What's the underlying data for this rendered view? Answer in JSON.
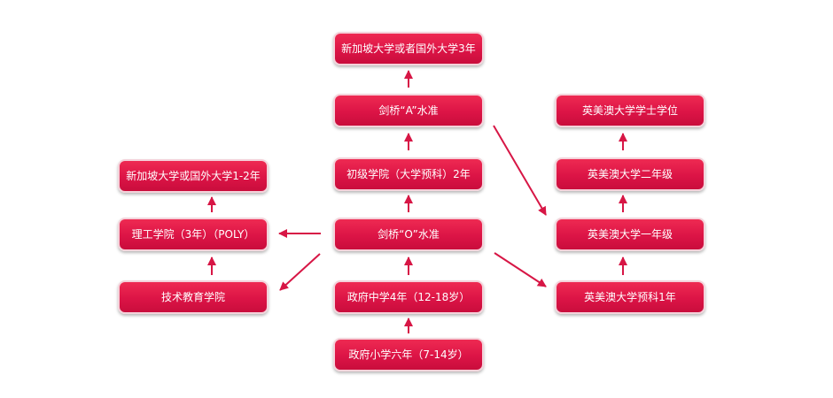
{
  "colors": {
    "node_fill": "#dc1446",
    "node_border": "#f4d2da",
    "arrow": "#d71645",
    "text": "#ffffff"
  },
  "nodes": {
    "sg_foreign_uni_3yr": "新加坡大学或者国外大学3年",
    "cambridge_a_level": "剑桥“A”水准",
    "junior_college": "初级学院（大学预科）2年",
    "cambridge_o_level": "剑桥“O”水准",
    "secondary_school": "政府中学4年（12-18岁）",
    "primary_school": "政府小学六年（7-14岁）",
    "sg_foreign_uni_1_2yr": "新加坡大学或国外大学1-2年",
    "polytechnic": "理工学院（3年）（POLY）",
    "ite": "技术教育学院",
    "uk_us_au_bachelor": "英美澳大学学士学位",
    "uk_us_au_year2": "英美澳大学二年级",
    "uk_us_au_year1": "英美澳大学一年级",
    "uk_us_au_foundation": "英美澳大学预科1年"
  }
}
